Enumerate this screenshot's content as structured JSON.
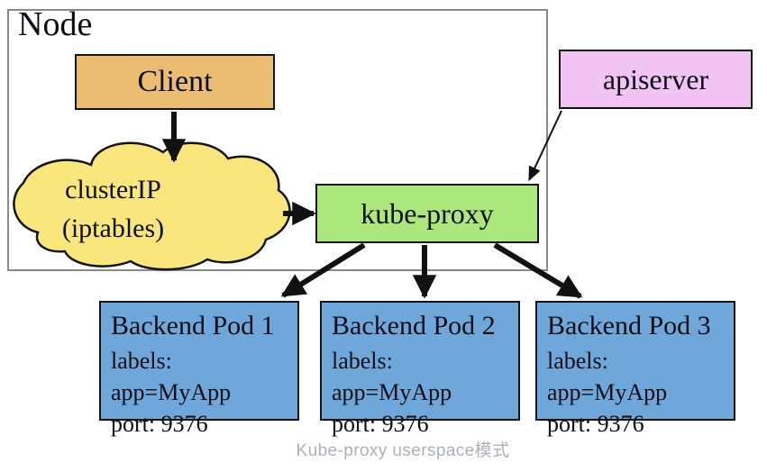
{
  "diagram": {
    "node": {
      "label": "Node"
    },
    "client": {
      "label": "Client"
    },
    "cluster_ip_cloud": {
      "line1": "clusterIP",
      "line2": "(iptables)"
    },
    "kube_proxy": {
      "label": "kube-proxy"
    },
    "apiserver": {
      "label": "apiserver"
    },
    "backend_pods": [
      {
        "title": "Backend Pod 1",
        "labels_line": "labels: app=MyApp",
        "port_line": "port: 9376"
      },
      {
        "title": "Backend Pod 2",
        "labels_line": "labels: app=MyApp",
        "port_line": "port: 9376"
      },
      {
        "title": "Backend Pod 3",
        "labels_line": "labels: app=MyApp",
        "port_line": "port: 9376"
      }
    ],
    "caption": "Kube-proxy userspace模式",
    "edges": [
      {
        "from": "Client",
        "to": "clusterIP (iptables)",
        "style": "thick"
      },
      {
        "from": "clusterIP (iptables)",
        "to": "kube-proxy",
        "style": "thick"
      },
      {
        "from": "apiserver",
        "to": "kube-proxy",
        "style": "thin"
      },
      {
        "from": "kube-proxy",
        "to": "Backend Pod 1",
        "style": "thick"
      },
      {
        "from": "kube-proxy",
        "to": "Backend Pod 2",
        "style": "thick"
      },
      {
        "from": "kube-proxy",
        "to": "Backend Pod 3",
        "style": "thick"
      }
    ],
    "colors": {
      "client_fill": "#EBBD73",
      "cloud_fill": "#F9E77D",
      "kube_proxy_fill": "#ABE77C",
      "apiserver_fill": "#F2C4F3",
      "pod_fill": "#70A7DB",
      "node_border": "#8A8A8A",
      "shape_border": "#141414",
      "arrow_color": "#111111",
      "caption_text": "#ABB2BA"
    }
  }
}
